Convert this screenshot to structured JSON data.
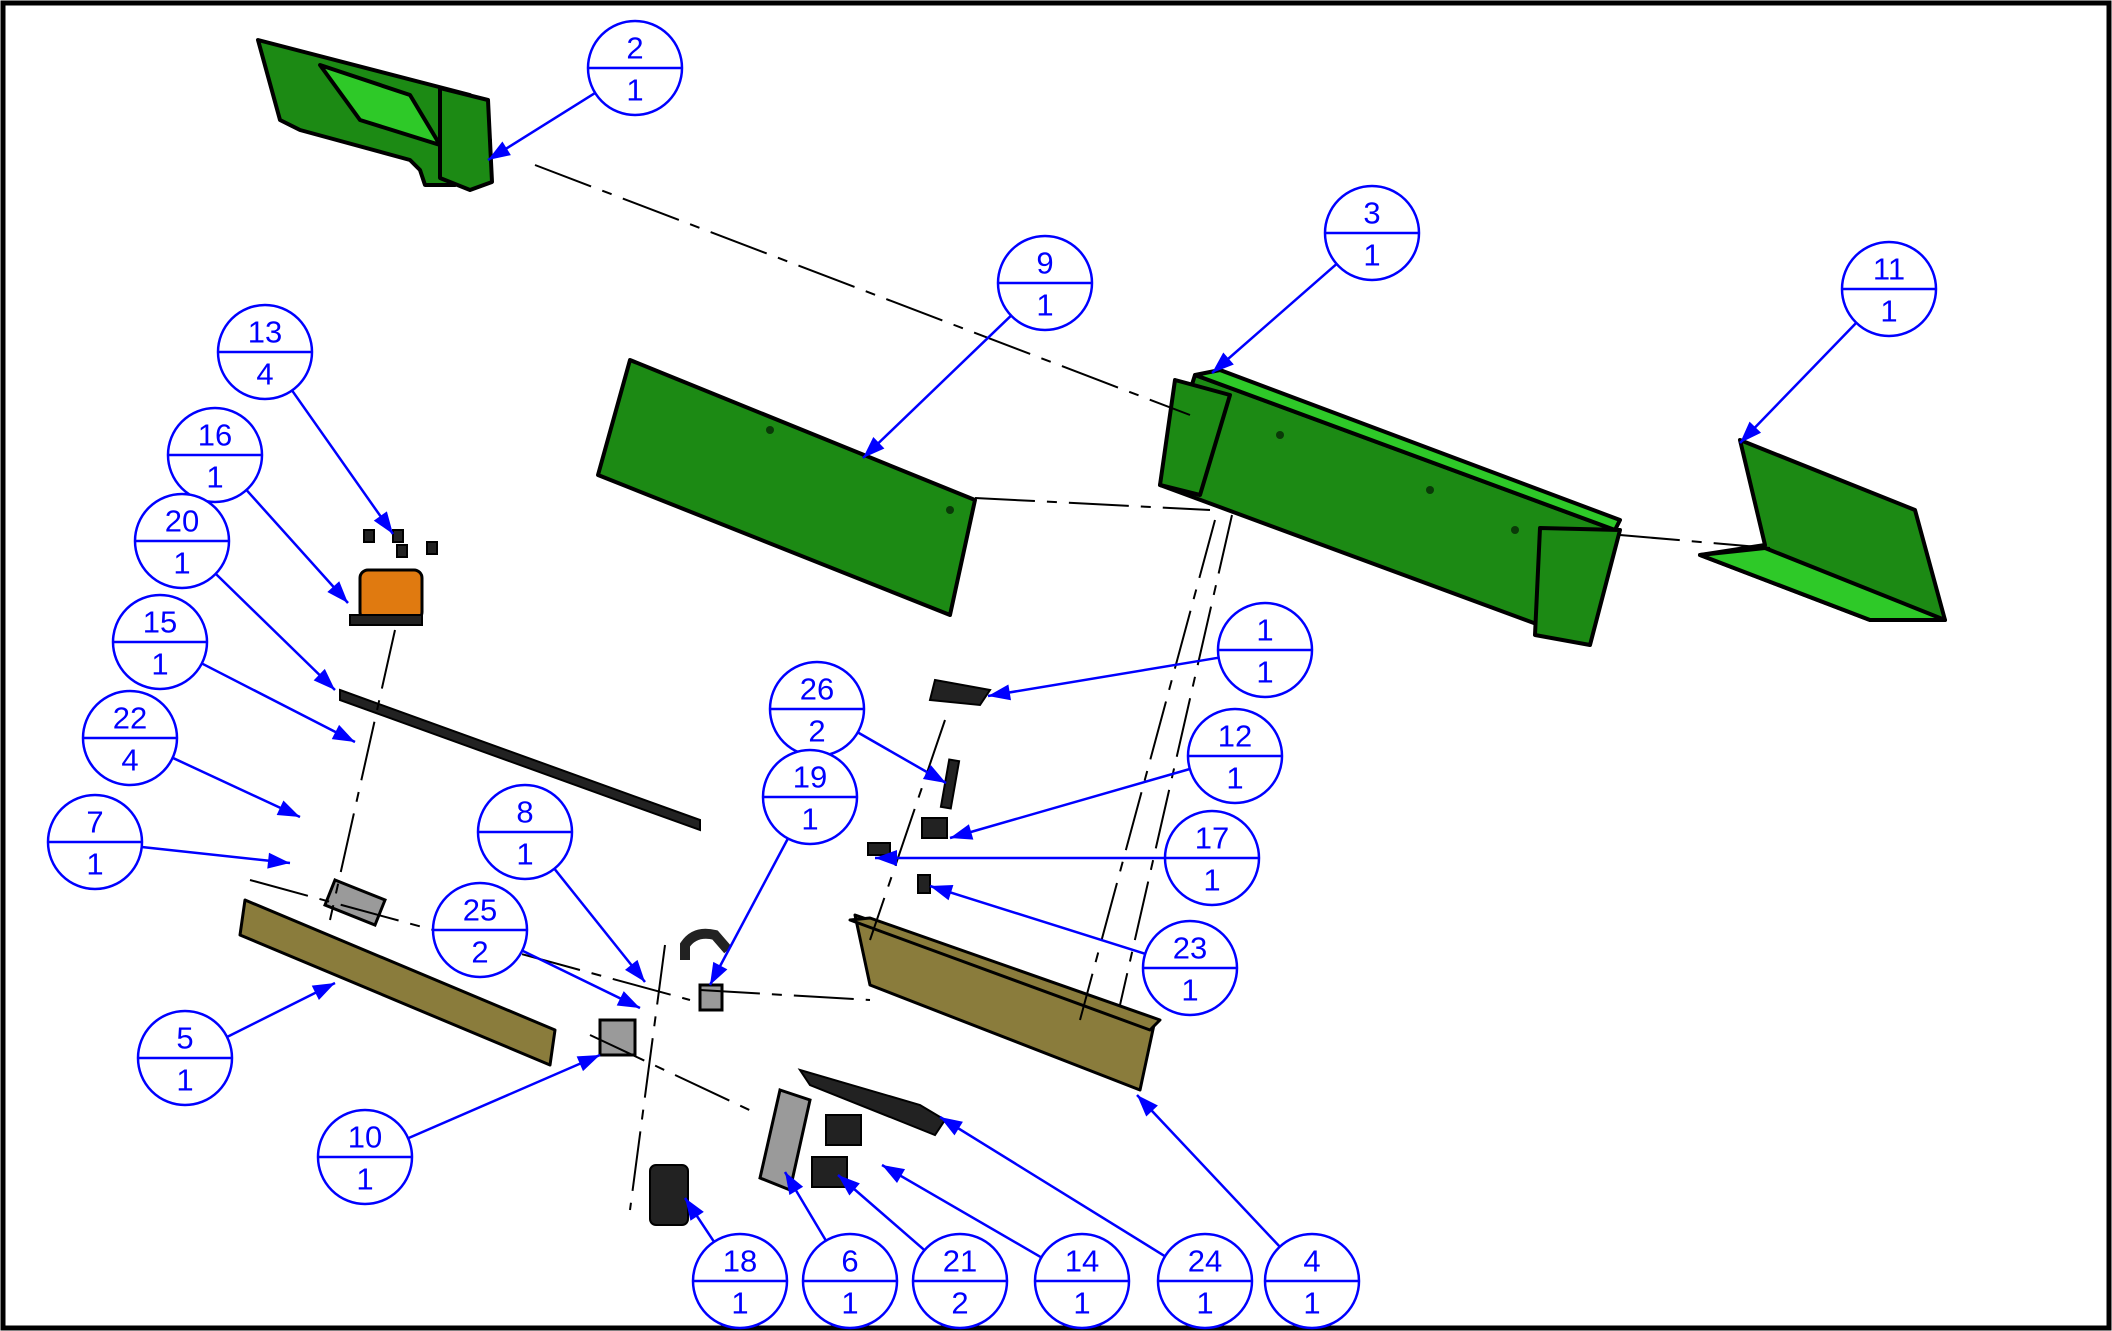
{
  "drawing": {
    "type": "exploded-assembly",
    "border_color": "#000000",
    "balloon_color": "#0000ff",
    "part_color": "#1c8a14"
  },
  "balloons": [
    {
      "item": "2",
      "qty": "1"
    },
    {
      "item": "3",
      "qty": "1"
    },
    {
      "item": "9",
      "qty": "1"
    },
    {
      "item": "11",
      "qty": "1"
    },
    {
      "item": "13",
      "qty": "4"
    },
    {
      "item": "16",
      "qty": "1"
    },
    {
      "item": "20",
      "qty": "1"
    },
    {
      "item": "15",
      "qty": "1"
    },
    {
      "item": "22",
      "qty": "4"
    },
    {
      "item": "7",
      "qty": "1"
    },
    {
      "item": "26",
      "qty": "2"
    },
    {
      "item": "1",
      "qty": "1"
    },
    {
      "item": "12",
      "qty": "1"
    },
    {
      "item": "19",
      "qty": "1"
    },
    {
      "item": "17",
      "qty": "1"
    },
    {
      "item": "8",
      "qty": "1"
    },
    {
      "item": "23",
      "qty": "1"
    },
    {
      "item": "25",
      "qty": "2"
    },
    {
      "item": "5",
      "qty": "1"
    },
    {
      "item": "10",
      "qty": "1"
    },
    {
      "item": "18",
      "qty": "1"
    },
    {
      "item": "6",
      "qty": "1"
    },
    {
      "item": "21",
      "qty": "2"
    },
    {
      "item": "14",
      "qty": "1"
    },
    {
      "item": "24",
      "qty": "1"
    },
    {
      "item": "4",
      "qty": "1"
    }
  ]
}
